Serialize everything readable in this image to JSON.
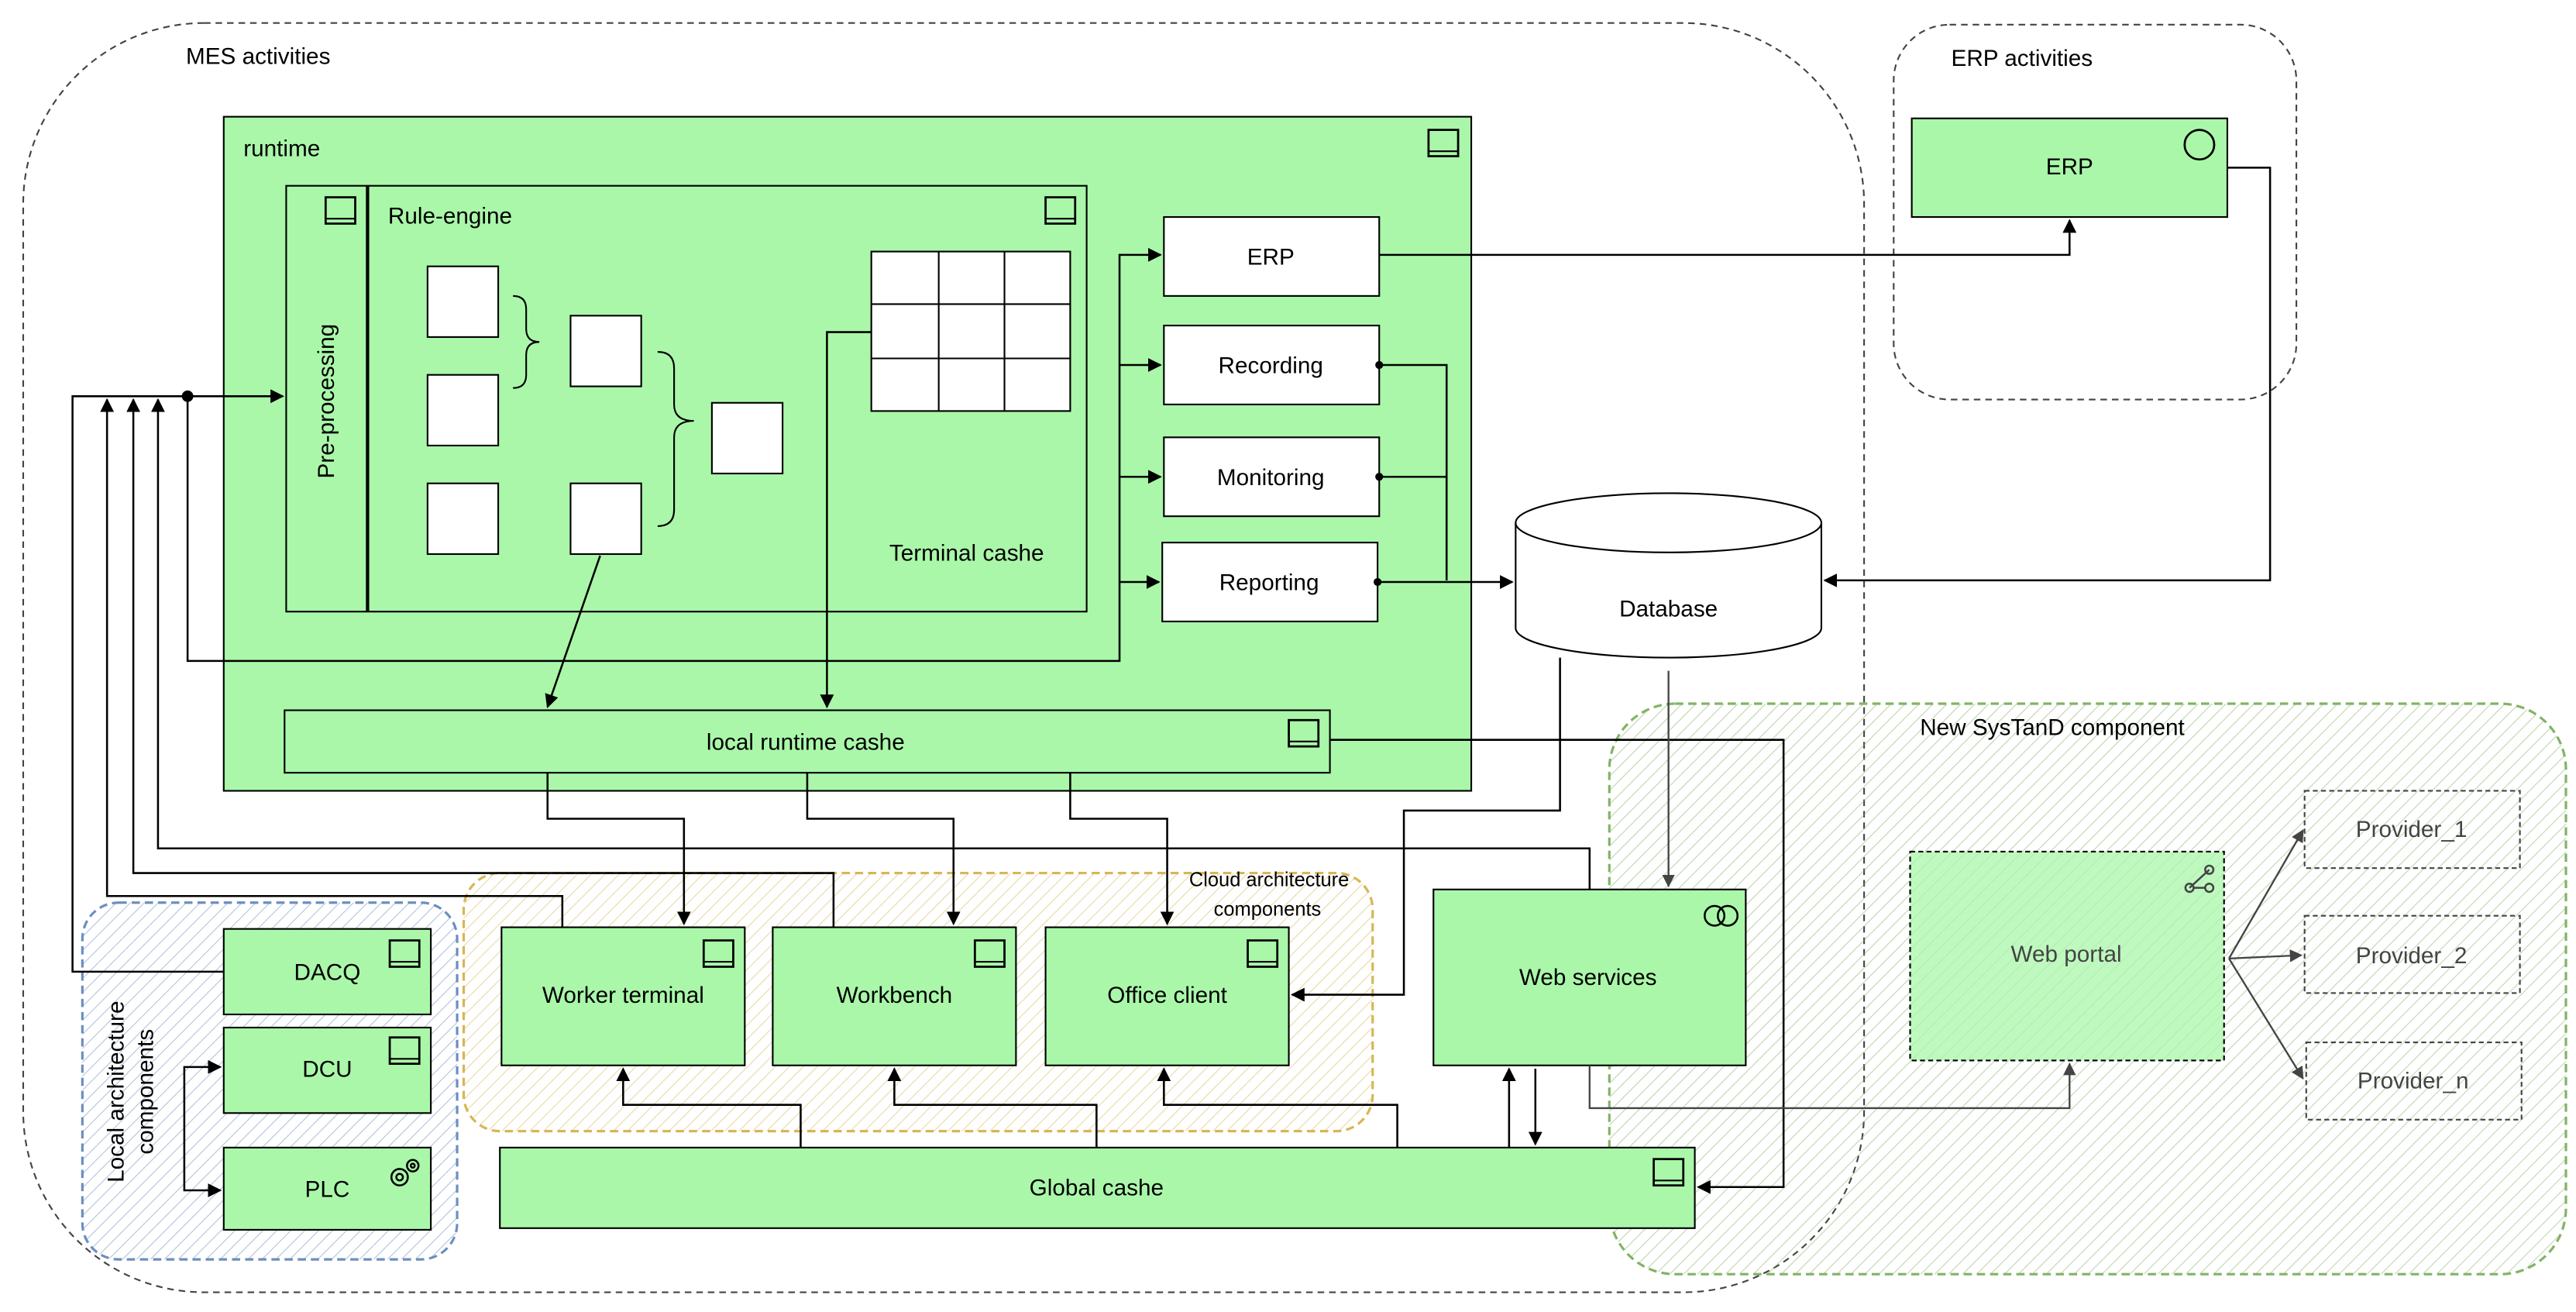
{
  "colors": {
    "box_fill": "#aaf7aa",
    "box_stroke": "#000000",
    "blue_hatch": "#6c8ebf",
    "orange_hatch": "#d6b656",
    "green_hatch": "#82b366"
  },
  "regions": {
    "mes": "MES activities",
    "erp": "ERP activities",
    "sysand": "New SysTanD component",
    "cloud_line1": "Cloud architecture",
    "cloud_line2": "components",
    "local_line1": "Local architecture",
    "local_line2": "components"
  },
  "runtime": {
    "title": "runtime",
    "rule_engine": "Rule-engine",
    "preprocessing": "Pre-processing",
    "terminal_cache": "Terminal cashe",
    "local_cache": "local runtime cashe"
  },
  "outputs": {
    "erp": "ERP",
    "recording": "Recording",
    "monitoring": "Monitoring",
    "reporting": "Reporting"
  },
  "erp_component": "ERP",
  "database": "Database",
  "clients": {
    "worker_terminal": "Worker terminal",
    "workbench": "Workbench",
    "office_client": "Office client"
  },
  "local_devices": {
    "dacq": "DACQ",
    "dcu": "DCU",
    "plc": "PLC"
  },
  "web_services": "Web services",
  "global_cache": "Global cashe",
  "web_portal": "Web portal",
  "providers": [
    "Provider_1",
    "Provider_2",
    "Provider_n"
  ],
  "icons": {
    "component": "component-icon",
    "interface": "interface-circle-icon",
    "gear": "gear-icon",
    "collaboration": "collaboration-icon",
    "network": "network-icon"
  }
}
